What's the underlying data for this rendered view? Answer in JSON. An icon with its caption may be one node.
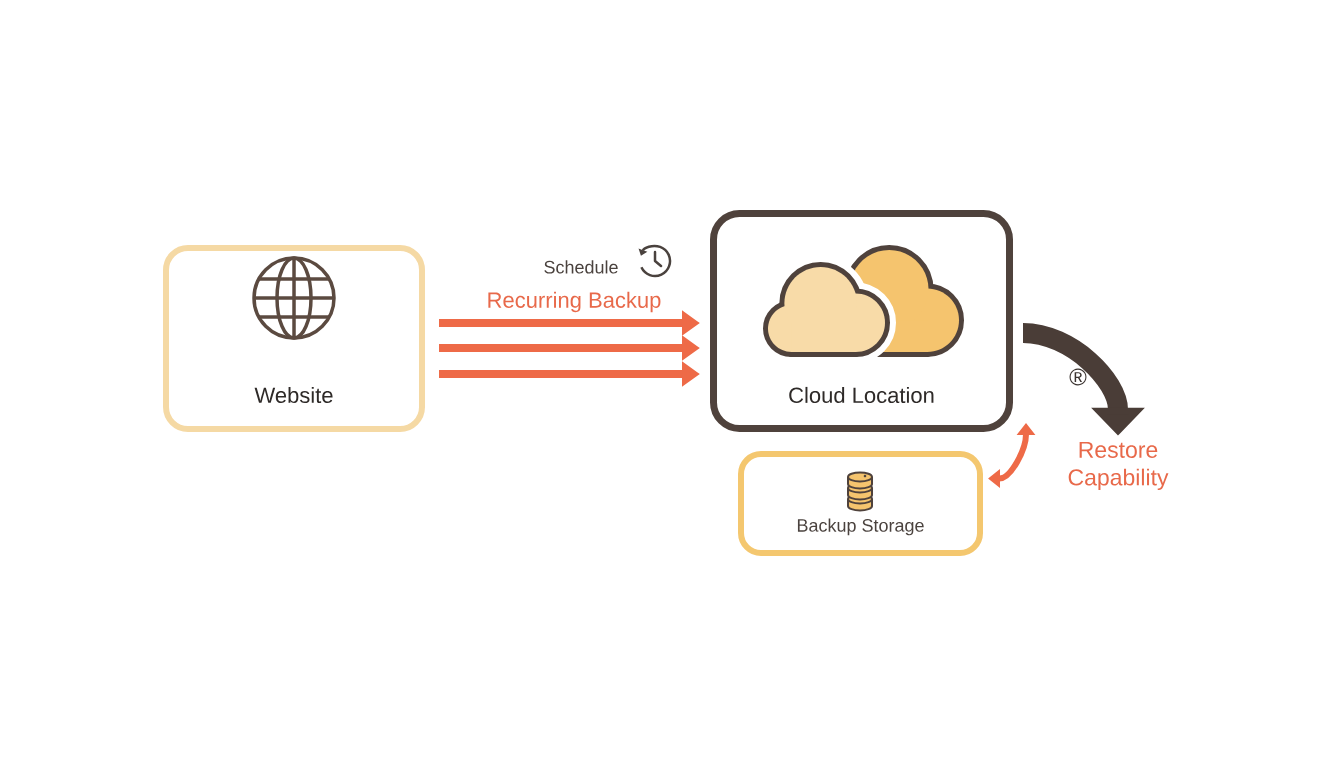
{
  "diagram": {
    "nodes": [
      {
        "text": [
          "Website"
        ]
      },
      {
        "text": [
          "Cloud Location"
        ]
      },
      {
        "text": [
          "Backup Storage"
        ]
      },
      {
        "text": [
          "Restore Capability"
        ]
      }
    ],
    "edges": [
      {
        "from": 0,
        "to": 1,
        "arrow": "to",
        "label": "Recurring Backup"
      },
      {
        "from": 0,
        "to": 1,
        "arrow": "to"
      },
      {
        "from": 0,
        "to": 1,
        "arrow": "to"
      },
      {
        "from": 2,
        "to": 1,
        "arrow": "both"
      },
      {
        "from": 1,
        "to": 3,
        "arrow": "to",
        "style": "thick",
        "color": "#4a3d37"
      }
    ],
    "labels": [
      "Schedule",
      "®"
    ]
  }
}
